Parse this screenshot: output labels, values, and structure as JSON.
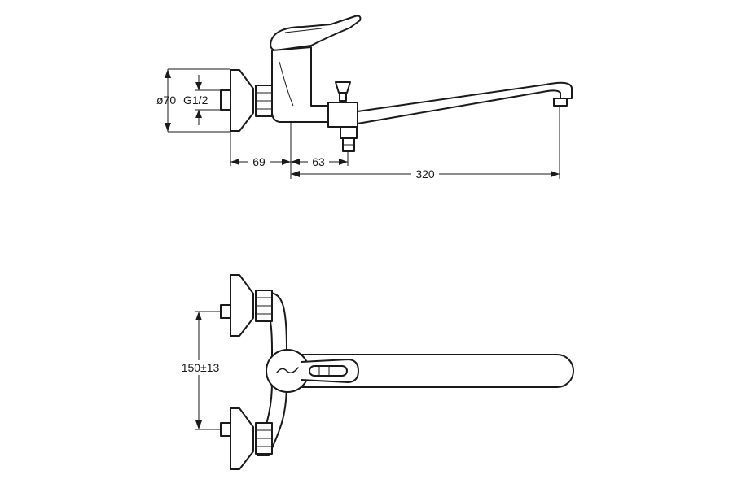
{
  "side_view": {
    "dim_diameter": "ø70",
    "dim_thread": "G1/2",
    "dim_69": "69",
    "dim_63": "63",
    "dim_320": "320"
  },
  "front_view": {
    "dim_spacing": "150±13"
  },
  "colors": {
    "line": "#1a1a1a",
    "background": "#ffffff"
  }
}
